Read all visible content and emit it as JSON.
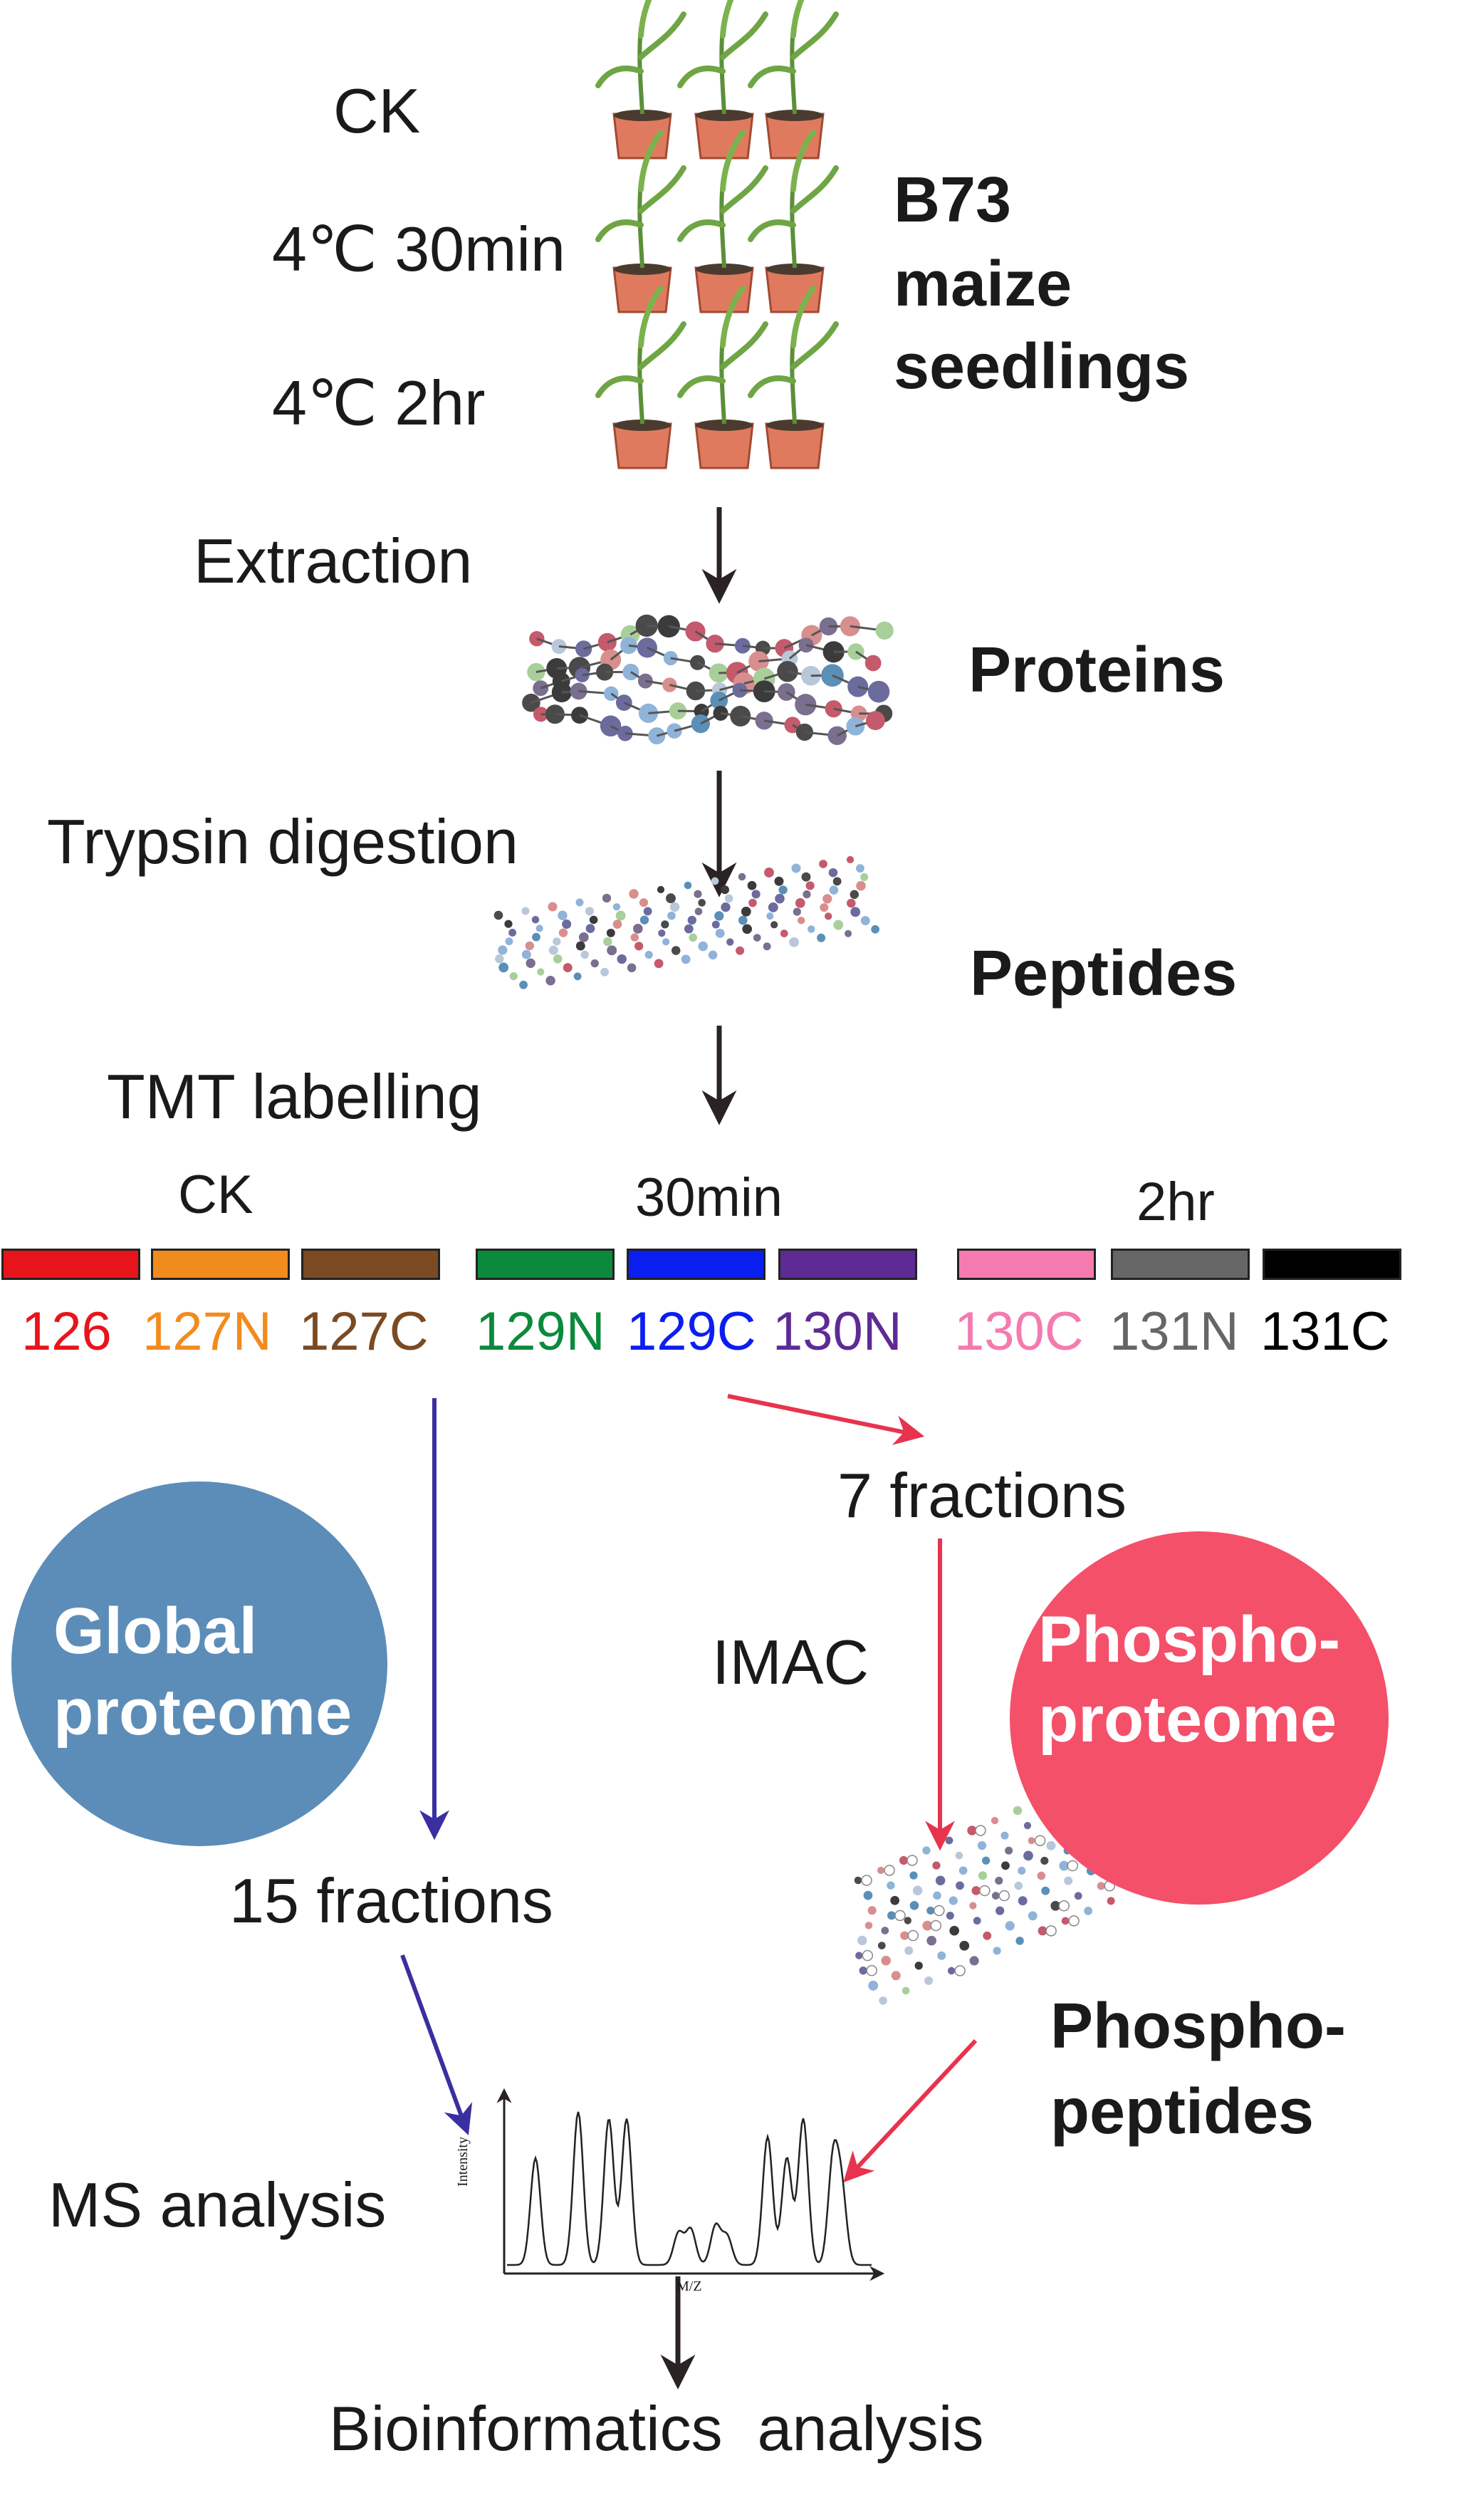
{
  "conditions": [
    "CK",
    "4℃ 30min",
    "4℃ 2hr"
  ],
  "sample_label": [
    "B73",
    "maize",
    "seedlings"
  ],
  "steps": {
    "extraction": "Extraction",
    "proteins": "Proteins",
    "trypsin": "Trypsin digestion",
    "peptides": "Peptides",
    "tmt": "TMT labelling"
  },
  "groups": [
    "CK",
    "30min",
    "2hr"
  ],
  "tmt_channels": [
    {
      "label": "126",
      "color": "#e8141b"
    },
    {
      "label": "127N",
      "color": "#f28b1e"
    },
    {
      "label": "127C",
      "color": "#7b4a22"
    },
    {
      "label": "129N",
      "color": "#0b8a3c"
    },
    {
      "label": "129C",
      "color": "#0b1ef0"
    },
    {
      "label": "130N",
      "color": "#5e2b95"
    },
    {
      "label": "130C",
      "color": "#f47ab0"
    },
    {
      "label": "131N",
      "color": "#666666"
    },
    {
      "label": "131C",
      "color": "#000000"
    }
  ],
  "global_branch": {
    "circle": [
      "Global",
      "proteome"
    ],
    "circle_color": "#5b8db8",
    "arrow_color": "#3a2fa0",
    "fractions": "15 fractions"
  },
  "phospho_branch": {
    "fractions": "7 fractions",
    "imac": "IMAC",
    "circle": [
      "Phospho-",
      "proteome"
    ],
    "circle_color": "#f4506a",
    "arrow_color": "#e8334e",
    "product": [
      "Phospho-",
      "peptides"
    ]
  },
  "ms": {
    "label": "MS analysis",
    "y_axis": "Intensity",
    "x_axis": "M/Z"
  },
  "final": "Bioinformatics  analysis"
}
